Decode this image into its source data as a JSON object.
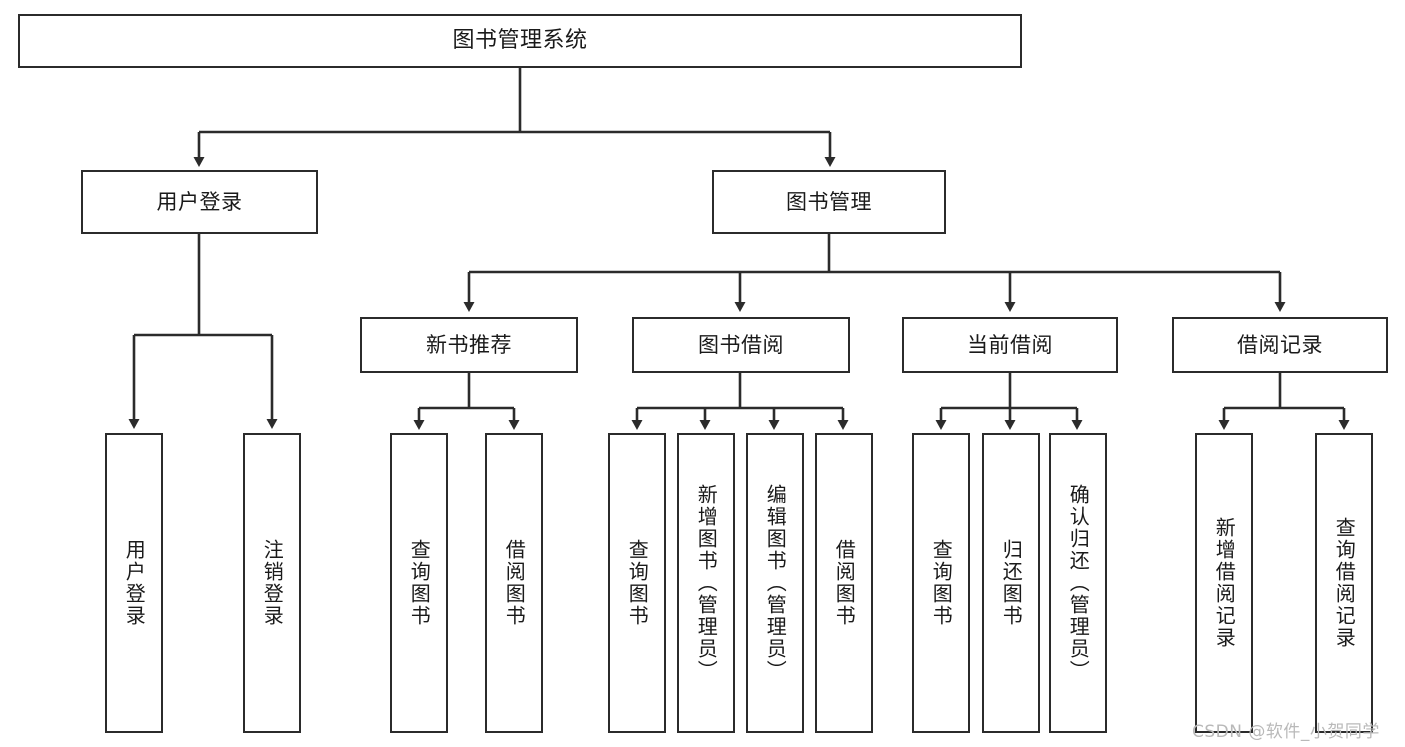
{
  "diagram": {
    "type": "tree",
    "title": "图书管理系统",
    "watermark": "CSDN @软件_小贺同学",
    "colors": {
      "box_border": "#2b2b2b",
      "box_fill": "#ffffff",
      "connector": "#2b2b2b",
      "text": "#1a1a1a",
      "watermark": "#b9b9b9",
      "background": "#ffffff"
    },
    "nodes": {
      "root": {
        "label": "图书管理系统"
      },
      "level1": [
        {
          "id": "user-login",
          "label": "用户登录"
        },
        {
          "id": "book-manage",
          "label": "图书管理"
        }
      ],
      "level2": [
        {
          "id": "new-book-rec",
          "label": "新书推荐"
        },
        {
          "id": "book-borrow",
          "label": "图书借阅"
        },
        {
          "id": "current-borrow",
          "label": "当前借阅"
        },
        {
          "id": "borrow-record",
          "label": "借阅记录"
        }
      ],
      "leaves": {
        "user-login": [
          {
            "id": "leaf-user-login",
            "label": "用户登录"
          },
          {
            "id": "leaf-logout",
            "label": "注销登录"
          }
        ],
        "new-book-rec": [
          {
            "id": "leaf-query-book-1",
            "label": "查询图书"
          },
          {
            "id": "leaf-borrow-book-1",
            "label": "借阅图书"
          }
        ],
        "book-borrow": [
          {
            "id": "leaf-query-book-2",
            "label": "查询图书"
          },
          {
            "id": "leaf-add-book",
            "label": "新增图书（管理员）"
          },
          {
            "id": "leaf-edit-book",
            "label": "编辑图书（管理员）"
          },
          {
            "id": "leaf-borrow-book-2",
            "label": "借阅图书"
          }
        ],
        "current-borrow": [
          {
            "id": "leaf-query-book-3",
            "label": "查询图书"
          },
          {
            "id": "leaf-return-book",
            "label": "归还图书"
          },
          {
            "id": "leaf-confirm-return",
            "label": "确认归还（管理员）"
          }
        ],
        "borrow-record": [
          {
            "id": "leaf-add-record",
            "label": "新增借阅记录"
          },
          {
            "id": "leaf-query-record",
            "label": "查询借阅记录"
          }
        ]
      }
    }
  }
}
